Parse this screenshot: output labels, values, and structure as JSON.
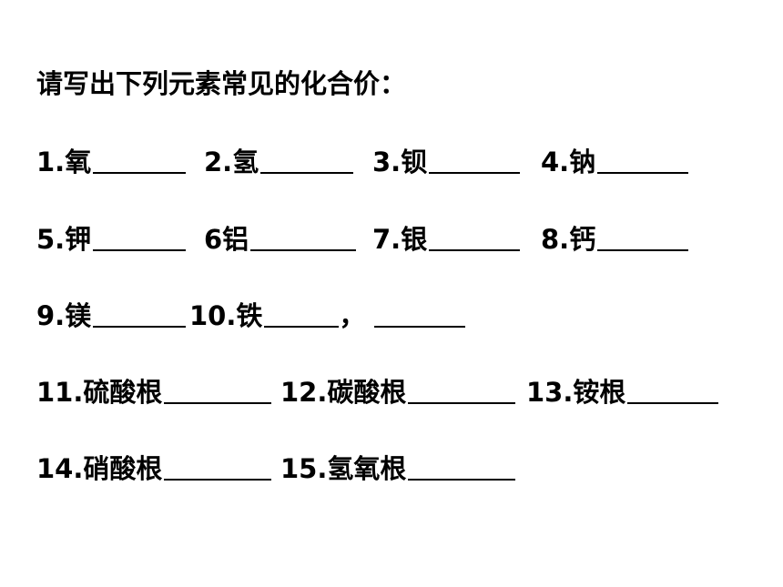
{
  "worksheet": {
    "title": "请写出下列元素常见的化合价：",
    "rows": [
      {
        "items": [
          {
            "label": "1.氧"
          },
          {
            "label": "2.氢"
          },
          {
            "label": "3.钡"
          },
          {
            "label": "4.钠"
          }
        ]
      },
      {
        "items": [
          {
            "label": "5.钾"
          },
          {
            "label": "6铝"
          },
          {
            "label": "7.银"
          },
          {
            "label": "8.钙"
          }
        ]
      },
      {
        "items": [
          {
            "label": "9.镁"
          },
          {
            "label": "10.铁"
          }
        ],
        "separator": "，"
      },
      {
        "items": [
          {
            "label": "11.硫酸根"
          },
          {
            "label": "12.碳酸根"
          },
          {
            "label": "13.铵根"
          }
        ]
      },
      {
        "items": [
          {
            "label": "14.硝酸根"
          },
          {
            "label": "15.氢氧根"
          }
        ]
      }
    ]
  }
}
